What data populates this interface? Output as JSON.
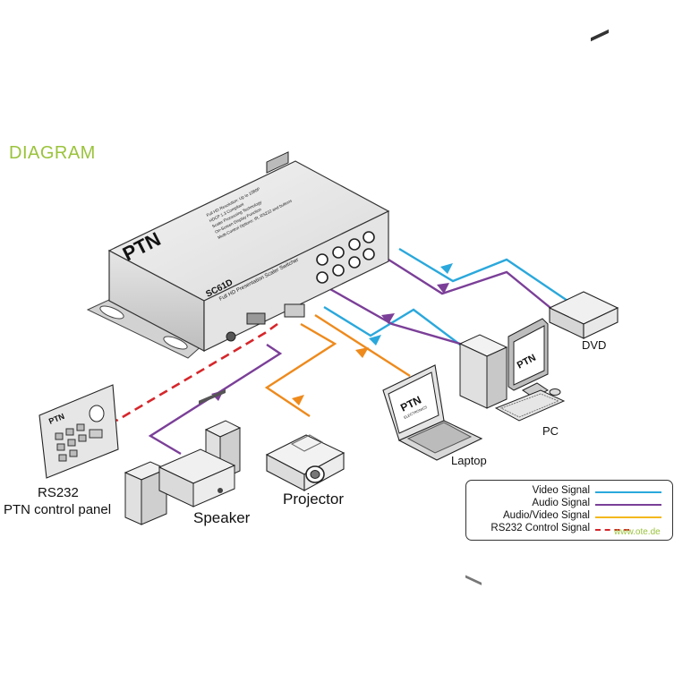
{
  "title": "DIAGRAM",
  "device": {
    "brand": "PTN",
    "model": "SC61D",
    "subtitle": "Full HD Presentation Scaler Switcher",
    "features": [
      "Full HD Resolution: Up to 1080P",
      "HDCP 1.3 Compliant",
      "Scaler Processing Technology",
      "On-Screen Display Function",
      "Multi-Control Options: IR, RS232 and buttons"
    ]
  },
  "labels": {
    "dvd": "DVD",
    "pc": "PC",
    "laptop": "Laptop",
    "projector": "Projector",
    "speaker": "Speaker",
    "panel_line1": "RS232",
    "panel_line2": "PTN control panel"
  },
  "logos": {
    "pc_monitor": "PTN",
    "laptop_screen": "PTN",
    "laptop_sub": "ELECTRONICS",
    "panel": "PTN"
  },
  "legend": {
    "items": [
      {
        "label": "Video Signal",
        "color": "#2aa8dc",
        "style": "solid"
      },
      {
        "label": "Audio Signal",
        "color": "#7b3f98",
        "style": "solid"
      },
      {
        "label": "Audio/Video Signal",
        "color": "#f2b81d",
        "style": "solid"
      },
      {
        "label": "RS232 Control Signal",
        "color": "#d6262b",
        "style": "dashed"
      }
    ]
  },
  "signal_colors": {
    "video": "#2aa8dc",
    "audio": "#7b3f98",
    "audio_video": "#ee8a1c",
    "rs232": "#d6262b"
  },
  "watermark": "www.ote.de"
}
